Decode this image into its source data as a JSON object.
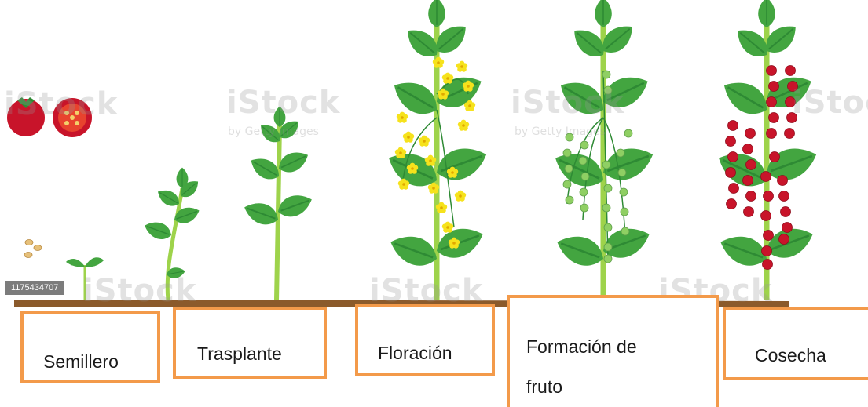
{
  "colors": {
    "stem": "#9ed34b",
    "leaf": "#43a540",
    "leaf_dark": "#2e8a34",
    "ground": "#8b5a2b",
    "flower": "#f6e21c",
    "green_fruit": "#8fcf63",
    "red_fruit": "#c8142a",
    "box_border": "#f39a4a",
    "seed": "#e6c07a"
  },
  "watermark": {
    "brand": "iStock",
    "tagline": "by Getty Images",
    "stock_id": "1175434707"
  },
  "stages": [
    {
      "label": "Semillero"
    },
    {
      "label": "Trasplante"
    },
    {
      "label": "Floración"
    },
    {
      "label_line1": "Formación de",
      "label_line2": "fruto"
    },
    {
      "label": "Cosecha"
    }
  ]
}
